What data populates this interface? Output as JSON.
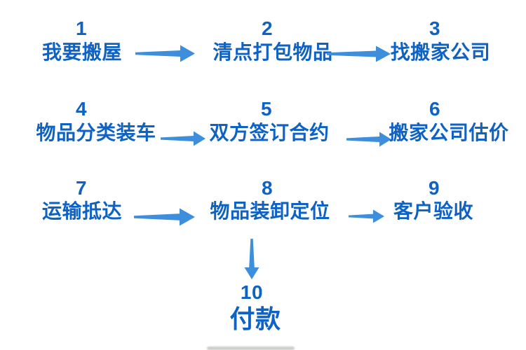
{
  "colors": {
    "step_text": "#0E62C4",
    "arrow": "#3E8EDE",
    "background": "#ffffff"
  },
  "flow": {
    "name": "moving-house-process-flowchart",
    "steps": [
      {
        "number": "1",
        "label": "我要搬屋"
      },
      {
        "number": "2",
        "label": "清点打包物品"
      },
      {
        "number": "3",
        "label": "找搬家公司"
      },
      {
        "number": "4",
        "label": "物品分类装车"
      },
      {
        "number": "5",
        "label": "双方签订合约"
      },
      {
        "number": "6",
        "label": "搬家公司估价"
      },
      {
        "number": "7",
        "label": "运输抵达"
      },
      {
        "number": "8",
        "label": "物品装卸定位"
      },
      {
        "number": "9",
        "label": "客户验收"
      },
      {
        "number": "10",
        "label": "付款"
      }
    ],
    "connections": [
      {
        "from": "1",
        "to": "2",
        "direction": "right"
      },
      {
        "from": "2",
        "to": "3",
        "direction": "right"
      },
      {
        "from": "4",
        "to": "5",
        "direction": "right"
      },
      {
        "from": "5",
        "to": "6",
        "direction": "right"
      },
      {
        "from": "7",
        "to": "8",
        "direction": "right"
      },
      {
        "from": "8",
        "to": "9",
        "direction": "right"
      },
      {
        "from": "8",
        "to": "10",
        "direction": "down"
      }
    ]
  }
}
